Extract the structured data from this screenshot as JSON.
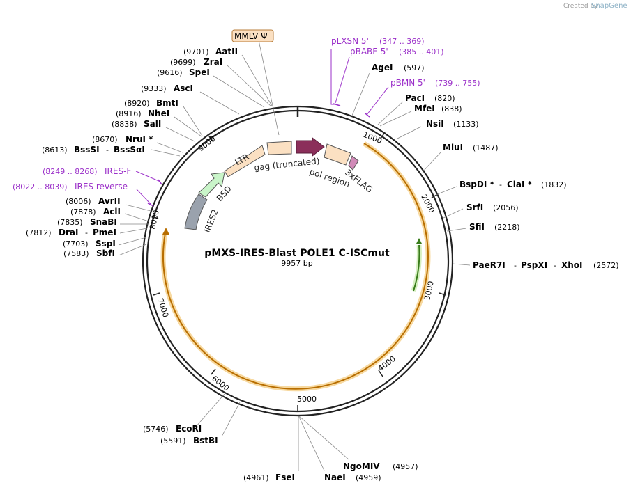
{
  "credit": {
    "created_by": "Created by",
    "brand": "SnapGene"
  },
  "plasmid": {
    "name": "pMXS-IRES-Blast POLE1 C-ISCmut",
    "size": "9957 bp"
  },
  "ticks": [
    "1000",
    "2000",
    "3000",
    "4000",
    "5000",
    "6000",
    "7000",
    "8000",
    "9000"
  ],
  "features": {
    "mmlv": "MMLV Ψ",
    "ltr": "LTR",
    "gag": "gag (truncated)",
    "pol": "pol region",
    "flag": "3xFLAG",
    "bsd": "BSD",
    "ires2": "IRES2"
  },
  "enzymes": [
    {
      "name": "AatII",
      "pos": "(9701)"
    },
    {
      "name": "ZraI",
      "pos": "(9699)"
    },
    {
      "name": "SpeI",
      "pos": "(9616)"
    },
    {
      "name": "AscI",
      "pos": "(9333)"
    },
    {
      "name": "BmtI",
      "pos": "(8920)"
    },
    {
      "name": "NheI",
      "pos": "(8916)"
    },
    {
      "name": "SalI",
      "pos": "(8838)"
    },
    {
      "name": "NruI *",
      "pos": "(8670)"
    },
    {
      "name": "BssSI",
      "name2": "BssSαI",
      "pos": "(8613)"
    },
    {
      "name": "AvrII",
      "pos": "(8006)"
    },
    {
      "name": "AclI",
      "pos": "(7878)"
    },
    {
      "name": "SnaBI",
      "pos": "(7835)"
    },
    {
      "name": "DraI",
      "name2": "PmeI",
      "pos": "(7812)"
    },
    {
      "name": "SspI",
      "pos": "(7703)"
    },
    {
      "name": "SbfI",
      "pos": "(7583)"
    },
    {
      "name": "AgeI",
      "pos": "(597)"
    },
    {
      "name": "PacI",
      "pos": "(820)"
    },
    {
      "name": "MfeI",
      "pos": "(838)"
    },
    {
      "name": "NsiI",
      "pos": "(1133)"
    },
    {
      "name": "MluI",
      "pos": "(1487)"
    },
    {
      "name": "BspDI *",
      "name2": "ClaI *",
      "pos": "(1832)"
    },
    {
      "name": "SrfI",
      "pos": "(2056)"
    },
    {
      "name": "SfiI",
      "pos": "(2218)"
    },
    {
      "name": "PaeR7I",
      "name2": "PspXI",
      "name3": "XhoI",
      "pos": "(2572)"
    },
    {
      "name": "EcoRI",
      "pos": "(5746)"
    },
    {
      "name": "BstBI",
      "pos": "(5591)"
    },
    {
      "name": "NgoMIV",
      "pos": "(4957)"
    },
    {
      "name": "FseI",
      "pos": "(4961)"
    },
    {
      "name": "NaeI",
      "pos": "(4959)"
    }
  ],
  "primers": [
    {
      "name": "pLXSN 5'",
      "pos": "(347 .. 369)"
    },
    {
      "name": "pBABE 5'",
      "pos": "(385 .. 401)"
    },
    {
      "name": "pBMN 5'",
      "pos": "(739 .. 755)"
    },
    {
      "name": "IRES-F",
      "pos": "(8249 .. 8268)"
    },
    {
      "name": "IRES reverse",
      "pos": "(8022 .. 8039)"
    }
  ],
  "colors": {
    "backbone": "#222222",
    "orf_arc": "#e8a317",
    "orf_glow": "#f7d9a0",
    "green_arc": "#4c9a2a",
    "primer": "#9b30c9",
    "feature_fill": "#fbe0c2",
    "gag_arrow": "#8b2f5a",
    "bsd_fill": "#c9f5c9",
    "ires_fill": "#9aa2ad"
  }
}
